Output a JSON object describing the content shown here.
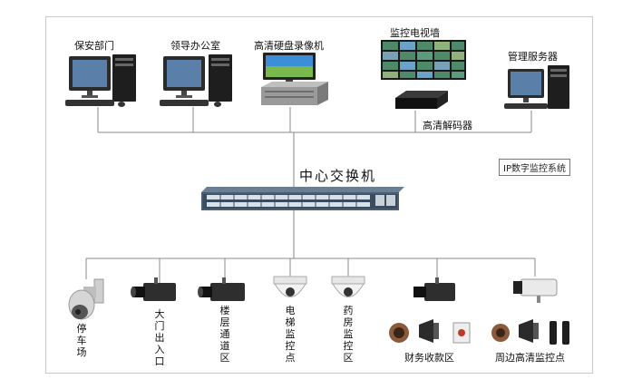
{
  "top": {
    "security_dept": "保安部门",
    "leader_office": "领导办公室",
    "hd_recorder": "高清硬盘录像机",
    "video_wall": "监控电视墙",
    "mgmt_server": "管理服务器",
    "hd_decoder": "高清解码器"
  },
  "center": {
    "switch_title": "中心交换机",
    "system_badge": "IP数字监控系统"
  },
  "bottom": {
    "parking": "停车场",
    "gate": "大门出入口",
    "floor_corridor": "楼层通道区",
    "elevator": "电梯监控点",
    "pharmacy": "药房监控区",
    "finance": "财务收款区",
    "perimeter": "周边高清监控点"
  }
}
